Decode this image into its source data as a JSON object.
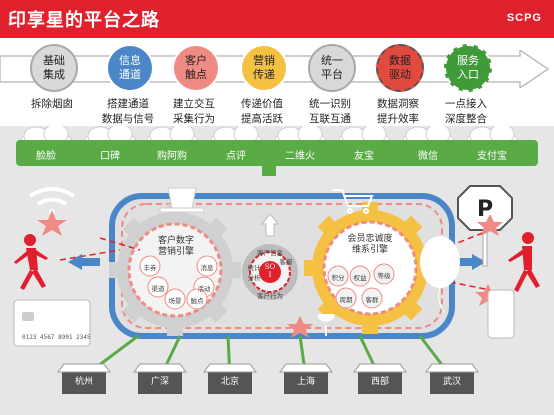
{
  "header": {
    "title": "印享星的平台之路",
    "brand": "SCPG",
    "bg_color": "#e0212d"
  },
  "stages": [
    {
      "label": "基础\n集成",
      "caption": "拆除烟囱",
      "color": "#d9d9d9",
      "text_color": "#222222"
    },
    {
      "label": "信息\n通道",
      "caption": "搭建通道\n数据与信号",
      "color": "#4a86c8",
      "text_color": "#ffffff"
    },
    {
      "label": "客户\n触点",
      "caption": "建立交互\n采集行为",
      "color": "#f08a84",
      "text_color": "#222222"
    },
    {
      "label": "营销\n传递",
      "caption": "传递价值\n提高活跃",
      "color": "#f5c142",
      "text_color": "#222222"
    },
    {
      "label": "统一\n平台",
      "caption": "统一识别\n互联互通",
      "color": "#d9d9d9",
      "text_color": "#222222"
    },
    {
      "label": "数据\n驱动",
      "caption": "数据洞察\n提升效率",
      "color": "#e24a3f",
      "text_color": "#222222"
    },
    {
      "label": "服务\n入口",
      "caption": "一点接入\n深度整合",
      "color": "#3f9a3a",
      "text_color": "#ffffff"
    }
  ],
  "channels": [
    "脸脸",
    "口碑",
    "购阿购",
    "点评",
    "二维火",
    "友宝",
    "微信",
    "支付宝"
  ],
  "engines": {
    "left": {
      "title": "客户数字\n营销引擎",
      "nodes": [
        "丰券",
        "消息",
        "渠道",
        "活动",
        "场景",
        "触点"
      ]
    },
    "center": {
      "top": "客户信息",
      "right": "客服",
      "left": "统计\n分析",
      "bottom": "客户行为",
      "badge": "SO\nI"
    },
    "right": {
      "title": "会员忠诚度\n维系引擎",
      "nodes": [
        "积分",
        "权益",
        "等级",
        "周期",
        "客群"
      ]
    }
  },
  "stores": [
    "杭州",
    "广深",
    "北京",
    "上海",
    "西部",
    "武汉"
  ],
  "card_number": "0123 4567 8901 2345",
  "colors": {
    "red": "#e0212d",
    "pink": "#f08a84",
    "green": "#5aab46",
    "blue": "#4a86c8",
    "gold": "#f5c142"
  }
}
